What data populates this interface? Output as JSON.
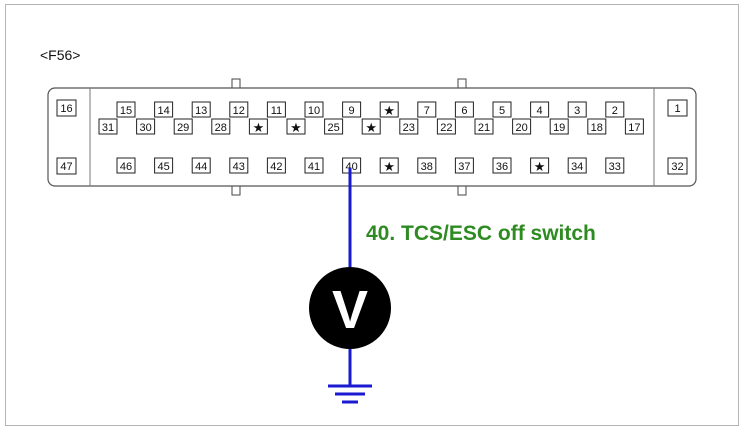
{
  "connector": {
    "name": "<F56>",
    "pins_top": [
      {
        "label": "15",
        "type": "num"
      },
      {
        "label": "14",
        "type": "num"
      },
      {
        "label": "13",
        "type": "num"
      },
      {
        "label": "12",
        "type": "num"
      },
      {
        "label": "11",
        "type": "num"
      },
      {
        "label": "10",
        "type": "num"
      },
      {
        "label": "9",
        "type": "num"
      },
      {
        "label": "★",
        "type": "star"
      },
      {
        "label": "7",
        "type": "num"
      },
      {
        "label": "6",
        "type": "num"
      },
      {
        "label": "5",
        "type": "num"
      },
      {
        "label": "4",
        "type": "num"
      },
      {
        "label": "3",
        "type": "num"
      },
      {
        "label": "2",
        "type": "num"
      }
    ],
    "pins_middle": [
      {
        "label": "31",
        "type": "num"
      },
      {
        "label": "30",
        "type": "num"
      },
      {
        "label": "29",
        "type": "num"
      },
      {
        "label": "28",
        "type": "num"
      },
      {
        "label": "★",
        "type": "star"
      },
      {
        "label": "★",
        "type": "star"
      },
      {
        "label": "25",
        "type": "num"
      },
      {
        "label": "★",
        "type": "star"
      },
      {
        "label": "23",
        "type": "num"
      },
      {
        "label": "22",
        "type": "num"
      },
      {
        "label": "21",
        "type": "num"
      },
      {
        "label": "20",
        "type": "num"
      },
      {
        "label": "19",
        "type": "num"
      },
      {
        "label": "18",
        "type": "num"
      },
      {
        "label": "17",
        "type": "num"
      }
    ],
    "pins_bottom": [
      {
        "label": "46",
        "type": "num"
      },
      {
        "label": "45",
        "type": "num"
      },
      {
        "label": "44",
        "type": "num"
      },
      {
        "label": "43",
        "type": "num"
      },
      {
        "label": "42",
        "type": "num"
      },
      {
        "label": "41",
        "type": "num"
      },
      {
        "label": "40",
        "type": "num",
        "probed": true
      },
      {
        "label": "★",
        "type": "star"
      },
      {
        "label": "38",
        "type": "num"
      },
      {
        "label": "37",
        "type": "num"
      },
      {
        "label": "36",
        "type": "num"
      },
      {
        "label": "★",
        "type": "star"
      },
      {
        "label": "34",
        "type": "num"
      },
      {
        "label": "33",
        "type": "num"
      }
    ],
    "side_pins": {
      "left_top": "16",
      "left_bottom": "47",
      "right_top": "1",
      "right_bottom": "32"
    }
  },
  "probe": {
    "label": "40. TCS/ESC off switch",
    "meter_symbol": "V",
    "label_color": "#2e8b22",
    "wire_color": "#1a1ad0"
  }
}
